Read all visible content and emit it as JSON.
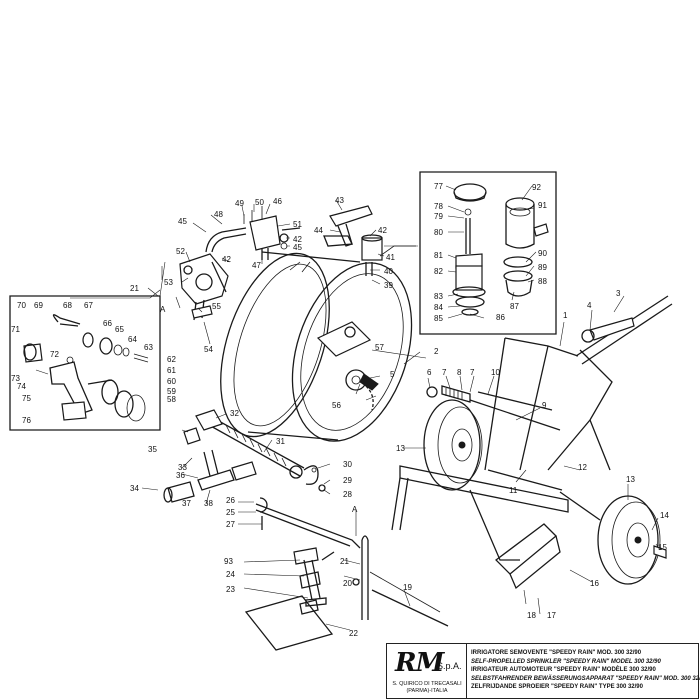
{
  "diagram": {
    "callouts": [
      {
        "id": "c1",
        "text": "1"
      },
      {
        "id": "c2",
        "text": "2"
      },
      {
        "id": "c3",
        "text": "3"
      },
      {
        "id": "c4",
        "text": "4"
      },
      {
        "id": "c5",
        "text": "5"
      },
      {
        "id": "c6",
        "text": "6"
      },
      {
        "id": "c7a",
        "text": "7"
      },
      {
        "id": "c7b",
        "text": "7"
      },
      {
        "id": "c8",
        "text": "8"
      },
      {
        "id": "c9",
        "text": "9"
      },
      {
        "id": "c10",
        "text": "10"
      },
      {
        "id": "c11",
        "text": "11"
      },
      {
        "id": "c12",
        "text": "12"
      },
      {
        "id": "c13a",
        "text": "13"
      },
      {
        "id": "c13b",
        "text": "13"
      },
      {
        "id": "c14",
        "text": "14"
      },
      {
        "id": "c15",
        "text": "15"
      },
      {
        "id": "c16",
        "text": "16"
      },
      {
        "id": "c17",
        "text": "17"
      },
      {
        "id": "c18",
        "text": "18"
      },
      {
        "id": "c19",
        "text": "19"
      },
      {
        "id": "c20",
        "text": "20"
      },
      {
        "id": "c21a",
        "text": "21"
      },
      {
        "id": "c21b",
        "text": "21"
      },
      {
        "id": "c22",
        "text": "22"
      },
      {
        "id": "c23",
        "text": "23"
      },
      {
        "id": "c24",
        "text": "24"
      },
      {
        "id": "c25",
        "text": "25"
      },
      {
        "id": "c26",
        "text": "26"
      },
      {
        "id": "c27",
        "text": "27"
      },
      {
        "id": "c28",
        "text": "28"
      },
      {
        "id": "c29",
        "text": "29"
      },
      {
        "id": "c30",
        "text": "30"
      },
      {
        "id": "c31",
        "text": "31"
      },
      {
        "id": "c32",
        "text": "32"
      },
      {
        "id": "c33",
        "text": "33"
      },
      {
        "id": "c34",
        "text": "34"
      },
      {
        "id": "c35",
        "text": "35"
      },
      {
        "id": "c36",
        "text": "36"
      },
      {
        "id": "c37",
        "text": "37"
      },
      {
        "id": "c38",
        "text": "38"
      },
      {
        "id": "c39",
        "text": "39"
      },
      {
        "id": "c40",
        "text": "40"
      },
      {
        "id": "c41",
        "text": "41"
      },
      {
        "id": "c42a",
        "text": "42"
      },
      {
        "id": "c42b",
        "text": "42"
      },
      {
        "id": "c42c",
        "text": "42"
      },
      {
        "id": "c43",
        "text": "43"
      },
      {
        "id": "c44",
        "text": "44"
      },
      {
        "id": "c45a",
        "text": "45"
      },
      {
        "id": "c45b",
        "text": "45"
      },
      {
        "id": "c46",
        "text": "46"
      },
      {
        "id": "c47",
        "text": "47"
      },
      {
        "id": "c48",
        "text": "48"
      },
      {
        "id": "c49",
        "text": "49"
      },
      {
        "id": "c50",
        "text": "50"
      },
      {
        "id": "c51",
        "text": "51"
      },
      {
        "id": "c52",
        "text": "52"
      },
      {
        "id": "c53",
        "text": "53"
      },
      {
        "id": "c54",
        "text": "54"
      },
      {
        "id": "c55",
        "text": "55"
      },
      {
        "id": "c56",
        "text": "56"
      },
      {
        "id": "c57",
        "text": "57"
      },
      {
        "id": "c58",
        "text": "58"
      },
      {
        "id": "c59",
        "text": "59"
      },
      {
        "id": "c60",
        "text": "60"
      },
      {
        "id": "c61",
        "text": "61"
      },
      {
        "id": "c62",
        "text": "62"
      },
      {
        "id": "c63",
        "text": "63"
      },
      {
        "id": "c64",
        "text": "64"
      },
      {
        "id": "c65",
        "text": "65"
      },
      {
        "id": "c66",
        "text": "66"
      },
      {
        "id": "c67",
        "text": "67"
      },
      {
        "id": "c68",
        "text": "68"
      },
      {
        "id": "c69",
        "text": "69"
      },
      {
        "id": "c70",
        "text": "70"
      },
      {
        "id": "c71",
        "text": "71"
      },
      {
        "id": "c72",
        "text": "72"
      },
      {
        "id": "c73",
        "text": "73"
      },
      {
        "id": "c74",
        "text": "74"
      },
      {
        "id": "c75",
        "text": "75"
      },
      {
        "id": "c76",
        "text": "76"
      },
      {
        "id": "c77",
        "text": "77"
      },
      {
        "id": "c78",
        "text": "78"
      },
      {
        "id": "c79",
        "text": "79"
      },
      {
        "id": "c80",
        "text": "80"
      },
      {
        "id": "c81",
        "text": "81"
      },
      {
        "id": "c82",
        "text": "82"
      },
      {
        "id": "c83",
        "text": "83"
      },
      {
        "id": "c84",
        "text": "84"
      },
      {
        "id": "c85",
        "text": "85"
      },
      {
        "id": "c86",
        "text": "86"
      },
      {
        "id": "c87",
        "text": "87"
      },
      {
        "id": "c88",
        "text": "88"
      },
      {
        "id": "c89",
        "text": "89"
      },
      {
        "id": "c90",
        "text": "90"
      },
      {
        "id": "c91",
        "text": "91"
      },
      {
        "id": "c92",
        "text": "92"
      },
      {
        "id": "c93",
        "text": "93"
      }
    ],
    "section_marks": [
      {
        "id": "mA1",
        "text": "A"
      },
      {
        "id": "mA2",
        "text": "A"
      }
    ]
  },
  "title_block": {
    "logo": "RM",
    "company_suffix": "S.p.A.",
    "address_line1": "S. QUIRICO DI TRECASALI",
    "address_line2": "(PARMA)-ITALIA",
    "lines": [
      "IRRIGATORE SEMOVENTE \"SPEEDY RAIN\" MOD. 300 32/90",
      "SELF-PROPELLED SPRINKLER \"SPEEDY RAIN\" MODEL 300 32/90",
      "IRRIGATEUR AUTOMOTEUR \"SPEEDY RAIN\" MODÈLE 300 32/90",
      "SELBSTFAHRENDER BEWÄSSERUNGSAPPARAT \"SPEEDY RAIN\" MOD. 300 32/90",
      "ZELFRIJDANDE SPROEIER \"SPEEDY RAIN\" TYPE 300 32/90"
    ]
  }
}
